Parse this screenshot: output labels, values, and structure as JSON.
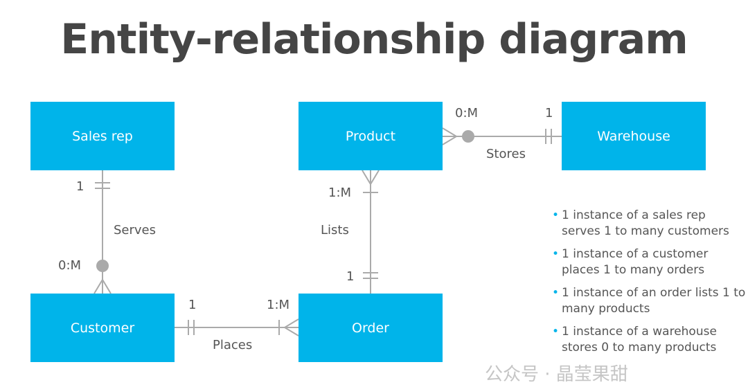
{
  "title": "Entity-relationship diagram",
  "entities": {
    "sales_rep": "Sales rep",
    "product": "Product",
    "warehouse": "Warehouse",
    "customer": "Customer",
    "order": "Order"
  },
  "relationships": {
    "serves": {
      "label": "Serves",
      "from_card": "1",
      "to_card": "0:M"
    },
    "stores": {
      "label": "Stores",
      "from_card": "0:M",
      "to_card": "1"
    },
    "lists": {
      "label": "Lists",
      "from_card": "1:M",
      "to_card": "1"
    },
    "places": {
      "label": "Places",
      "from_card": "1",
      "to_card": "1:M"
    }
  },
  "notes": [
    "1 instance of a sales rep serves 1 to many customers",
    "1 instance of a customer places 1 to many orders",
    "1 instance of an order lists 1 to many products",
    "1 instance of a warehouse stores 0 to many products"
  ],
  "watermark": "公众号 · 晶莹果甜",
  "colors": {
    "entity": "#00b4ea",
    "line": "#aaaaaa",
    "text": "#555555"
  }
}
